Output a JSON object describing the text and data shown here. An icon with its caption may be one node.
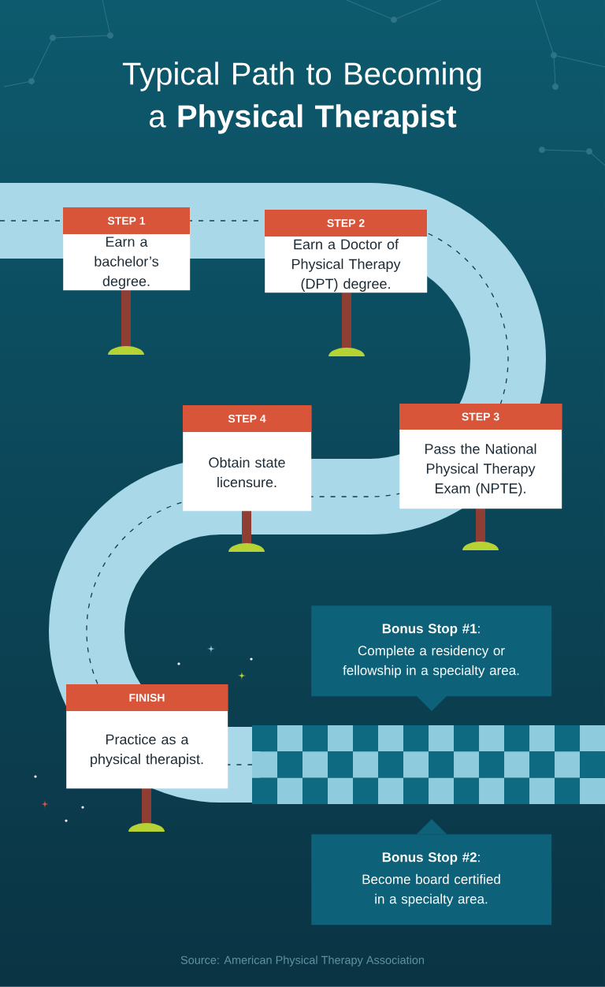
{
  "diagram": {
    "title": "Typical Path to Becoming a **Physical Therapist**",
    "nodes": [
      {
        "text": [
          "STEP 1",
          "Earn a bachelor’s degree."
        ]
      },
      {
        "text": [
          "STEP 2",
          "Earn a Doctor of Physical Therapy (DPT) degree."
        ]
      },
      {
        "text": [
          "STEP 3",
          "Pass the National Physical Therapy Exam (NPTE)."
        ]
      },
      {
        "text": [
          "STEP 4",
          "Obtain state licensure."
        ]
      },
      {
        "text": [
          "**Bonus Stop #1**:",
          "Complete a residency or fellowship in a specialty area."
        ]
      },
      {
        "text": [
          "FINISH",
          "Practice as a physical therapist."
        ]
      },
      {
        "text": [
          "**Bonus Stop #2**:",
          "Become board certified in a specialty area."
        ]
      }
    ],
    "labels": [
      "Source: American Physical Therapy Association"
    ]
  }
}
